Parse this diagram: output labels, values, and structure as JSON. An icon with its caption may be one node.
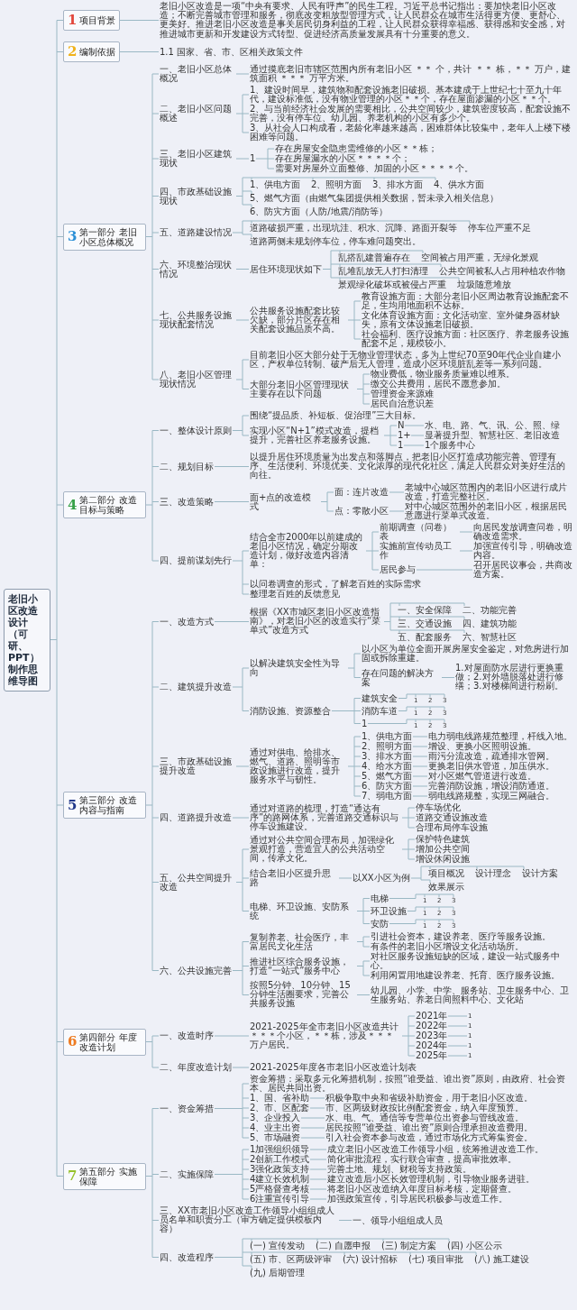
{
  "diagram": {
    "nodes": [
      {
        "text": [
          "老旧小区改造设计（可研、PPT）制作思维导图"
        ]
      },
      {
        "text": [
          "1",
          "项目背景"
        ]
      },
      {
        "text": [
          "老旧小区改造是一项“中央有要求、人民有呼声”的民生工程。习近平总书记指出：要加快老旧小区改造；不断完善城市管理和服务，彻底改变粗放型管理方式，让人民群众在城市生活得更方便、更舒心、更美好。推进老旧小区改造是事关居民切身利益的工程，让人民群众获得幸福感、获得感和安全感，对推进城市更新和开发建设方式转型、促进经济高质量发展具有十分重要的意义。"
        ]
      },
      {
        "text": [
          "2",
          "编制依据"
        ]
      },
      {
        "text": [
          "1.1 国家、省、市、区相关政策文件"
        ]
      },
      {
        "text": [
          "3",
          "第一部分 老旧小区总体概况"
        ]
      },
      {
        "text": [
          "一、老旧小区总体概况"
        ]
      },
      {
        "text": [
          "通过摸底老旧市辖区范围内所有老旧小区 ＊＊ 个，共计 ＊＊ 栋，＊＊ 万户，建筑面积 ＊＊＊ 万平方米。"
        ]
      },
      {
        "text": [
          "二、老旧小区问题概述"
        ]
      },
      {
        "text": [
          "1、建设时间早，建筑物和配套设施老旧破损。基本建成于上世纪七十至九十年代，建设标准低，没有物业管理的小区＊＊个，存在屋面渗漏的小区＊＊个。"
        ]
      },
      {
        "text": [
          "2、与当前经济社会发展的需要相比，公共空间较少，建筑密度较高，配套设施不完善，没有停车位、幼儿园、养老机构的小区有多少个。"
        ]
      },
      {
        "text": [
          "3、从社会人口构成看，老龄化率越来越高，困难群体比较集中，老年人上楼下楼困难等问题。"
        ]
      },
      {
        "text": [
          "三、老旧小区建筑现状"
        ]
      },
      {
        "text": [
          "1"
        ]
      },
      {
        "text": [
          "存在房屋安全隐患需维修的小区＊＊栋；"
        ]
      },
      {
        "text": [
          "存在房屋漏水的小区＊＊＊＊个；"
        ]
      },
      {
        "text": [
          "需要对房屋外立面整修、加固的小区＊＊＊＊个。"
        ]
      },
      {
        "text": [
          "四、市政基础设施现状"
        ]
      },
      {
        "text": [
          "1、供电方面"
        ]
      },
      {
        "text": [
          "2、照明方面"
        ]
      },
      {
        "text": [
          "3、排水方面"
        ]
      },
      {
        "text": [
          "4、供水方面"
        ]
      },
      {
        "text": [
          "5、燃气方面（由燃气集团提供相关数据，暂未录入相关信息）"
        ]
      },
      {
        "text": [
          "6、防灾方面（人防/地震/消防等）"
        ]
      },
      {
        "text": [
          "五、道路建设情况"
        ]
      },
      {
        "text": [
          "道路破损严重，出现坑洼、积水、沉降、路面开裂等"
        ]
      },
      {
        "text": [
          "停车位严重不足"
        ]
      },
      {
        "text": [
          "道路两侧未规划停车位，停车难问题突出。"
        ]
      },
      {
        "text": [
          "六、环境整治现状情况"
        ]
      },
      {
        "text": [
          "居住环境现状如下"
        ]
      },
      {
        "text": [
          "乱搭乱建普遍存在"
        ]
      },
      {
        "text": [
          "空间被占用严重，无绿化景观"
        ]
      },
      {
        "text": [
          "乱堆乱放无人打扫清理"
        ]
      },
      {
        "text": [
          "公共空间被私人占用种植农作物"
        ]
      },
      {
        "text": [
          "景观绿化破坏或被侵占严重"
        ]
      },
      {
        "text": [
          "垃圾随意堆放"
        ]
      },
      {
        "text": [
          "七、公共服务设施现状配套情况"
        ]
      },
      {
        "text": [
          "公共服务设施配套比较欠缺，部分片区存在相关配套设施品质不高。"
        ]
      },
      {
        "text": [
          "教育设施方面：大部分老旧小区周边教育设施配套不足，生均用地面积不达标。"
        ]
      },
      {
        "text": [
          "文化体育设施方面：文化活动室、室外健身器材缺失，原有文体设施老旧破损。"
        ]
      },
      {
        "text": [
          "社会福利、医疗设施方面：社区医疗、养老服务设施配套不足，规模较小。"
        ]
      },
      {
        "text": [
          "八、老旧小区管理现状情况"
        ]
      },
      {
        "text": [
          "目前老旧小区大部分处于无物业管理状态，多为上世纪70至90年代企业自建小区，产权单位转制、破产后无人管理，造成小区环境脏乱差等一系列问题。"
        ]
      },
      {
        "text": [
          "大部分老旧小区管理现状主要存在以下问题"
        ]
      },
      {
        "text": [
          "物业费低，物业服务质量难以维系。"
        ]
      },
      {
        "text": [
          "缴交公共费用，居民不愿意参加。"
        ]
      },
      {
        "text": [
          "管理资金来源难"
        ]
      },
      {
        "text": [
          "居民自治意识差"
        ]
      },
      {
        "text": [
          "4",
          "第二部分 改造目标与策略"
        ]
      },
      {
        "text": [
          "一、整体设计原则"
        ]
      },
      {
        "text": [
          "围绕“提品质、补短板、促治理”三大目标。"
        ]
      },
      {
        "text": [
          "实现小区“N+1”模式改造，提档提升，完善社区养老服务设施。"
        ]
      },
      {
        "text": [
          "N"
        ]
      },
      {
        "text": [
          "水、电、路、气、讯、公、照、绿"
        ]
      },
      {
        "text": [
          "1+"
        ]
      },
      {
        "text": [
          "显著提升型、智慧社区、老旧改造"
        ]
      },
      {
        "text": [
          "1"
        ]
      },
      {
        "text": [
          "1个服务中心"
        ]
      },
      {
        "text": [
          "二、规划目标"
        ]
      },
      {
        "text": [
          "以提升居住环境质量为出发点和落脚点，把老旧小区打造成功能完善、管理有序、生活便利、环境优美、文化浓厚的现代化社区，满足人民群众对美好生活的向往。"
        ]
      },
      {
        "text": [
          "三、改造策略"
        ]
      },
      {
        "text": [
          "面+点的改造模式"
        ]
      },
      {
        "text": [
          "面：连片改造"
        ]
      },
      {
        "text": [
          "老城中心城区范围内的老旧小区进行成片改造，打造完整社区。"
        ]
      },
      {
        "text": [
          "点：零散小区"
        ]
      },
      {
        "text": [
          "对中心城区范围外的老旧小区，根据居民意愿进行菜单式改造。"
        ]
      },
      {
        "text": [
          "四、提前谋划先行"
        ]
      },
      {
        "text": [
          "结合全市2000年以前建成的老旧小区情况，确定分期改造计划，做好改造内容清单："
        ]
      },
      {
        "text": [
          "前期调查（问卷）表"
        ]
      },
      {
        "text": [
          "向居民发放调查问卷，明确改造需求。"
        ]
      },
      {
        "text": [
          "实施前宣传动员工作"
        ]
      },
      {
        "text": [
          "加强宣传引导，明确改造内容。"
        ]
      },
      {
        "text": [
          "居民参与"
        ]
      },
      {
        "text": [
          "召开居民议事会，共商改造方案。"
        ]
      },
      {
        "text": [
          "以问卷调查的形式，了解老百姓的实际需求"
        ]
      },
      {
        "text": [
          "整理老百姓的反馈意见"
        ]
      },
      {
        "text": [
          "5",
          "第三部分 改造内容与指南"
        ]
      },
      {
        "text": [
          "一、改造方式"
        ]
      },
      {
        "text": [
          "根据《XX市城区老旧小区改造指南》，对老旧小区的改造实行“菜单式”改造方式"
        ]
      },
      {
        "text": [
          "一、安全保障"
        ]
      },
      {
        "text": [
          "二、功能完善"
        ]
      },
      {
        "text": [
          "三、交通设施"
        ]
      },
      {
        "text": [
          "四、建筑功能"
        ]
      },
      {
        "text": [
          "五、配套服务"
        ]
      },
      {
        "text": [
          "六、智慧社区"
        ]
      },
      {
        "text": [
          "二、建筑提升改造"
        ]
      },
      {
        "text": [
          "以解决建筑安全性为导向"
        ]
      },
      {
        "text": [
          "以小区为单位全面开展房屋安全鉴定，对危房进行加固或拆除重建。"
        ]
      },
      {
        "text": [
          "存在问题的解决方案"
        ]
      },
      {
        "text": [
          "1.对屋面防水层进行更换重做；2.对外墙脱落处进行修缮；3.对楼梯间进行粉刷。"
        ]
      },
      {
        "text": [
          "消防设施、资源整合"
        ]
      },
      {
        "text": [
          "建筑安全"
        ]
      },
      {
        "text": [
          "1"
        ]
      },
      {
        "text": [
          "2"
        ]
      },
      {
        "text": [
          "3"
        ]
      },
      {
        "text": [
          "消防车道"
        ]
      },
      {
        "text": [
          "1"
        ]
      },
      {
        "text": [
          "2"
        ]
      },
      {
        "text": [
          "3"
        ]
      },
      {
        "text": [
          "1"
        ]
      },
      {
        "text": [
          "1"
        ]
      },
      {
        "text": [
          "2"
        ]
      },
      {
        "text": [
          "3"
        ]
      },
      {
        "text": [
          "三、市政基础设施提升改造"
        ]
      },
      {
        "text": [
          "通过对供电、给排水、燃气、道路、照明等市政设施进行改造，提升服务水平与韧性。"
        ]
      },
      {
        "text": [
          "1、供电方面"
        ]
      },
      {
        "text": [
          "电力弱电线路规范整理，杆线入地。"
        ]
      },
      {
        "text": [
          "2、照明方面"
        ]
      },
      {
        "text": [
          "增设、更换小区照明设施。"
        ]
      },
      {
        "text": [
          "3、排水方面"
        ]
      },
      {
        "text": [
          "雨污分流改造，疏通排水管网。"
        ]
      },
      {
        "text": [
          "4、给水方面"
        ]
      },
      {
        "text": [
          "更换老旧供水管道，加压供水。"
        ]
      },
      {
        "text": [
          "5、燃气方面"
        ]
      },
      {
        "text": [
          "对小区燃气管道进行改造。"
        ]
      },
      {
        "text": [
          "6、防灾方面"
        ]
      },
      {
        "text": [
          "完善消防设施，增设消防通道。"
        ]
      },
      {
        "text": [
          "7、弱电方面"
        ]
      },
      {
        "text": [
          "弱电线路规整，实现三网融合。"
        ]
      },
      {
        "text": [
          "四、道路提升改造"
        ]
      },
      {
        "text": [
          "通过对道路的梳理，打造“通达有序”的路网体系，完善道路交通标识与停车设施建设。"
        ]
      },
      {
        "text": [
          "停车场优化"
        ]
      },
      {
        "text": [
          "道路交通设施改造"
        ]
      },
      {
        "text": [
          "合理布局停车设施"
        ]
      },
      {
        "text": [
          "五、公共空间提升改造"
        ]
      },
      {
        "text": [
          "通过对公共空间合理布局，加强绿化景观打造，营造宜人的公共活动空间，传承文化。"
        ]
      },
      {
        "text": [
          "保护特色建筑"
        ]
      },
      {
        "text": [
          "增加公共空间"
        ]
      },
      {
        "text": [
          "增设休闲设施"
        ]
      },
      {
        "text": [
          "结合老旧小区提升思路"
        ]
      },
      {
        "text": [
          "以XX小区为例"
        ]
      },
      {
        "text": [
          "项目概况"
        ]
      },
      {
        "text": [
          "设计理念"
        ]
      },
      {
        "text": [
          "设计方案"
        ]
      },
      {
        "text": [
          "效果展示"
        ]
      },
      {
        "text": [
          "电梯、环卫设施、安防系统"
        ]
      },
      {
        "text": [
          "电梯"
        ]
      },
      {
        "text": [
          "1"
        ]
      },
      {
        "text": [
          "2"
        ]
      },
      {
        "text": [
          "3"
        ]
      },
      {
        "text": [
          "环卫设施"
        ]
      },
      {
        "text": [
          "1"
        ]
      },
      {
        "text": [
          "2"
        ]
      },
      {
        "text": [
          "3"
        ]
      },
      {
        "text": [
          "安防"
        ]
      },
      {
        "text": [
          "1"
        ]
      },
      {
        "text": [
          "2"
        ]
      },
      {
        "text": [
          "3"
        ]
      },
      {
        "text": [
          "六、公共设施完善"
        ]
      },
      {
        "text": [
          "复制养老、社会医疗，丰富居民文化生活"
        ]
      },
      {
        "text": [
          "引进社会资本，建设养老、医疗等服务设施。"
        ]
      },
      {
        "text": [
          "有条件的老旧小区增设文化活动场所。"
        ]
      },
      {
        "text": [
          "推进社区综合服务设施，打造“一站式”服务中心"
        ]
      },
      {
        "text": [
          "对社区服务设施短缺的区域，建设一站式服务中心。"
        ]
      },
      {
        "text": [
          "利用闲置用地建设养老、托育、医疗服务设施。"
        ]
      },
      {
        "text": [
          "按照5分钟、10分钟、15分钟生活圈要求，完善公共服务设施"
        ]
      },
      {
        "text": [
          "幼儿园、小学、中学、服务站、卫生服务中心、卫生服务站、养老日间照料中心、文化站"
        ]
      },
      {
        "text": [
          "6",
          "第四部分 年度改造计划"
        ]
      },
      {
        "text": [
          "一、改造时序"
        ]
      },
      {
        "text": [
          "2021-2025年全市老旧小区改造共计＊＊＊个小区，＊＊栋，涉及＊＊＊万户居民。"
        ]
      },
      {
        "text": [
          "2021年"
        ]
      },
      {
        "text": [
          "1"
        ]
      },
      {
        "text": [
          "2022年"
        ]
      },
      {
        "text": [
          "1"
        ]
      },
      {
        "text": [
          "2023年"
        ]
      },
      {
        "text": [
          "1"
        ]
      },
      {
        "text": [
          "2024年"
        ]
      },
      {
        "text": [
          "1"
        ]
      },
      {
        "text": [
          "2025年"
        ]
      },
      {
        "text": [
          "1"
        ]
      },
      {
        "text": [
          "二、年度改造计划"
        ]
      },
      {
        "text": [
          "2021-2025年度各市老旧小区改造计划表"
        ]
      },
      {
        "text": [
          "7",
          "第五部分 实施保障"
        ]
      },
      {
        "text": [
          "一、资金筹措"
        ]
      },
      {
        "text": [
          "资金筹措：采取多元化筹措机制，按照“谁受益、谁出资”原则，由政府、社会资本、居民共同出资。"
        ]
      },
      {
        "text": [
          "1、国、省补助"
        ]
      },
      {
        "text": [
          "积极争取中央和省级补助资金，用于老旧小区改造。"
        ]
      },
      {
        "text": [
          "2、市、区配套"
        ]
      },
      {
        "text": [
          "市、区两级财政按比例配套资金，纳入年度预算。"
        ]
      },
      {
        "text": [
          "3、企业投入"
        ]
      },
      {
        "text": [
          "水、电、气、通信等专营单位出资参与管线改造。"
        ]
      },
      {
        "text": [
          "4、业主出资"
        ]
      },
      {
        "text": [
          "居民按照“谁受益、谁出资”原则合理承担改造费用。"
        ]
      },
      {
        "text": [
          "5、市场融资"
        ]
      },
      {
        "text": [
          "引入社会资本参与改造，通过市场化方式筹集资金。"
        ]
      },
      {
        "text": [
          "二、实施保障"
        ]
      },
      {
        "text": [
          "1加强组织领导"
        ]
      },
      {
        "text": [
          "成立老旧小区改造工作领导小组，统筹推进改造工作。"
        ]
      },
      {
        "text": [
          "2创新工作模式"
        ]
      },
      {
        "text": [
          "简化审批流程，实行联合审查，提高审批效率。"
        ]
      },
      {
        "text": [
          "3强化政策支持"
        ]
      },
      {
        "text": [
          "完善土地、规划、财税等支持政策。"
        ]
      },
      {
        "text": [
          "4建立长效机制"
        ]
      },
      {
        "text": [
          "建立改造后小区长效管理机制，引导物业服务进驻。"
        ]
      },
      {
        "text": [
          "5严格督查考核"
        ]
      },
      {
        "text": [
          "将老旧小区改造纳入年度目标考核，定期督查。"
        ]
      },
      {
        "text": [
          "6注重宣传引导"
        ]
      },
      {
        "text": [
          "加强政策宣传，引导居民积极参与改造工作。"
        ]
      },
      {
        "text": [
          "三、XX市老旧小区改造工作领导小组组成人员名单和职责分工（审方确定提供模板内容）"
        ]
      },
      {
        "text": [
          "一、领导小组组成人员"
        ]
      },
      {
        "text": [
          "四、改造程序"
        ]
      },
      {
        "text": [
          "(一) 宣传发动"
        ]
      },
      {
        "text": [
          "(二) 自愿申报"
        ]
      },
      {
        "text": [
          "(三) 制定方案"
        ]
      },
      {
        "text": [
          "(四) 小区公示"
        ]
      },
      {
        "text": [
          "(五) 市、区两级评审"
        ]
      },
      {
        "text": [
          "(六) 设计招标"
        ]
      },
      {
        "text": [
          "(七) 项目审批"
        ]
      },
      {
        "text": [
          "(八) 施工建设"
        ]
      },
      {
        "text": [
          "(九) 后期管理"
        ]
      }
    ],
    "edges": [
      {
        "from": 0,
        "to": 1,
        "arrow": "none"
      },
      {
        "from": 1,
        "to": 2,
        "arrow": "none"
      },
      {
        "from": 0,
        "to": 3,
        "arrow": "none"
      },
      {
        "from": 3,
        "to": 4,
        "arrow": "none"
      },
      {
        "from": 0,
        "to": 5,
        "arrow": "none"
      },
      {
        "from": 5,
        "to": 6,
        "arrow": "none"
      },
      {
        "from": 6,
        "to": 7,
        "arrow": "none"
      },
      {
        "from": 5,
        "to": 8,
        "arrow": "none"
      },
      {
        "from": 8,
        "to": 9,
        "arrow": "none"
      },
      {
        "from": 8,
        "to": 10,
        "arrow": "none"
      },
      {
        "from": 8,
        "to": 11,
        "arrow": "none"
      },
      {
        "from": 5,
        "to": 12,
        "arrow": "none"
      },
      {
        "from": 12,
        "to": 13,
        "arrow": "none"
      },
      {
        "from": 13,
        "to": 14,
        "arrow": "none"
      },
      {
        "from": 13,
        "to": 15,
        "arrow": "none"
      },
      {
        "from": 13,
        "to": 16,
        "arrow": "none"
      },
      {
        "from": 5,
        "to": 17,
        "arrow": "none"
      },
      {
        "from": 17,
        "to": 18,
        "arrow": "none"
      },
      {
        "from": 17,
        "to": 19,
        "arrow": "none"
      },
      {
        "from": 17,
        "to": 20,
        "arrow": "none"
      },
      {
        "from": 17,
        "to": 21,
        "arrow": "none"
      },
      {
        "from": 17,
        "to": 22,
        "arrow": "none"
      },
      {
        "from": 17,
        "to": 23,
        "arrow": "none"
      },
      {
        "from": 5,
        "to": 24,
        "arrow": "none"
      },
      {
        "from": 24,
        "to": 25,
        "arrow": "none"
      },
      {
        "from": 24,
        "to": 26,
        "arrow": "none"
      },
      {
        "from": 24,
        "to": 27,
        "arrow": "none"
      },
      {
        "from": 5,
        "to": 28,
        "arrow": "none"
      },
      {
        "from": 28,
        "to": 29,
        "arrow": "none"
      },
      {
        "from": 29,
        "to": 30,
        "arrow": "none"
      },
      {
        "from": 29,
        "to": 31,
        "arrow": "none"
      },
      {
        "from": 29,
        "to": 32,
        "arrow": "none"
      },
      {
        "from": 29,
        "to": 33,
        "arrow": "none"
      },
      {
        "from": 29,
        "to": 34,
        "arrow": "none"
      },
      {
        "from": 29,
        "to": 35,
        "arrow": "none"
      },
      {
        "from": 5,
        "to": 36,
        "arrow": "none"
      },
      {
        "from": 36,
        "to": 37,
        "arrow": "none"
      },
      {
        "from": 37,
        "to": 38,
        "arrow": "none"
      },
      {
        "from": 37,
        "to": 39,
        "arrow": "none"
      },
      {
        "from": 37,
        "to": 40,
        "arrow": "none"
      },
      {
        "from": 5,
        "to": 41,
        "arrow": "none"
      },
      {
        "from": 41,
        "to": 42,
        "arrow": "none"
      },
      {
        "from": 41,
        "to": 43,
        "arrow": "none"
      },
      {
        "from": 43,
        "to": 44,
        "arrow": "none"
      },
      {
        "from": 43,
        "to": 45,
        "arrow": "none"
      },
      {
        "from": 43,
        "to": 46,
        "arrow": "none"
      },
      {
        "from": 43,
        "to": 47,
        "arrow": "none"
      },
      {
        "from": 0,
        "to": 48,
        "arrow": "none"
      },
      {
        "from": 48,
        "to": 49,
        "arrow": "none"
      },
      {
        "from": 49,
        "to": 50,
        "arrow": "none"
      },
      {
        "from": 49,
        "to": 51,
        "arrow": "none"
      },
      {
        "from": 51,
        "to": 52,
        "arrow": "none"
      },
      {
        "from": 52,
        "to": 53,
        "arrow": "none"
      },
      {
        "from": 51,
        "to": 54,
        "arrow": "none"
      },
      {
        "from": 54,
        "to": 55,
        "arrow": "none"
      },
      {
        "from": 51,
        "to": 56,
        "arrow": "none"
      },
      {
        "from": 56,
        "to": 57,
        "arrow": "none"
      },
      {
        "from": 48,
        "to": 58,
        "arrow": "none"
      },
      {
        "from": 58,
        "to": 59,
        "arrow": "none"
      },
      {
        "from": 48,
        "to": 60,
        "arrow": "none"
      },
      {
        "from": 60,
        "to": 61,
        "arrow": "none"
      },
      {
        "from": 61,
        "to": 62,
        "arrow": "none"
      },
      {
        "from": 62,
        "to": 63,
        "arrow": "none"
      },
      {
        "from": 61,
        "to": 64,
        "arrow": "none"
      },
      {
        "from": 64,
        "to": 65,
        "arrow": "none"
      },
      {
        "from": 48,
        "to": 66,
        "arrow": "none"
      },
      {
        "from": 66,
        "to": 67,
        "arrow": "none"
      },
      {
        "from": 67,
        "to": 68,
        "arrow": "none"
      },
      {
        "from": 68,
        "to": 69,
        "arrow": "none"
      },
      {
        "from": 67,
        "to": 70,
        "arrow": "none"
      },
      {
        "from": 70,
        "to": 71,
        "arrow": "none"
      },
      {
        "from": 67,
        "to": 72,
        "arrow": "none"
      },
      {
        "from": 72,
        "to": 73,
        "arrow": "none"
      },
      {
        "from": 66,
        "to": 74,
        "arrow": "none"
      },
      {
        "from": 66,
        "to": 75,
        "arrow": "none"
      },
      {
        "from": 0,
        "to": 76,
        "arrow": "none"
      },
      {
        "from": 76,
        "to": 77,
        "arrow": "none"
      },
      {
        "from": 77,
        "to": 78,
        "arrow": "none"
      },
      {
        "from": 78,
        "to": 79,
        "arrow": "none"
      },
      {
        "from": 78,
        "to": 80,
        "arrow": "none"
      },
      {
        "from": 78,
        "to": 81,
        "arrow": "none"
      },
      {
        "from": 78,
        "to": 82,
        "arrow": "none"
      },
      {
        "from": 78,
        "to": 83,
        "arrow": "none"
      },
      {
        "from": 78,
        "to": 84,
        "arrow": "none"
      },
      {
        "from": 76,
        "to": 85,
        "arrow": "none"
      },
      {
        "from": 85,
        "to": 86,
        "arrow": "none"
      },
      {
        "from": 86,
        "to": 87,
        "arrow": "none"
      },
      {
        "from": 86,
        "to": 88,
        "arrow": "none"
      },
      {
        "from": 88,
        "to": 89,
        "arrow": "none"
      },
      {
        "from": 85,
        "to": 90,
        "arrow": "none"
      },
      {
        "from": 90,
        "to": 91,
        "arrow": "none"
      },
      {
        "from": 91,
        "to": 92,
        "arrow": "none"
      },
      {
        "from": 91,
        "to": 93,
        "arrow": "none"
      },
      {
        "from": 91,
        "to": 94,
        "arrow": "none"
      },
      {
        "from": 90,
        "to": 95,
        "arrow": "none"
      },
      {
        "from": 95,
        "to": 96,
        "arrow": "none"
      },
      {
        "from": 95,
        "to": 97,
        "arrow": "none"
      },
      {
        "from": 95,
        "to": 98,
        "arrow": "none"
      },
      {
        "from": 90,
        "to": 99,
        "arrow": "none"
      },
      {
        "from": 99,
        "to": 100,
        "arrow": "none"
      },
      {
        "from": 99,
        "to": 101,
        "arrow": "none"
      },
      {
        "from": 99,
        "to": 102,
        "arrow": "none"
      },
      {
        "from": 76,
        "to": 103,
        "arrow": "none"
      },
      {
        "from": 103,
        "to": 104,
        "arrow": "none"
      },
      {
        "from": 104,
        "to": 105,
        "arrow": "none"
      },
      {
        "from": 105,
        "to": 106,
        "arrow": "none"
      },
      {
        "from": 104,
        "to": 107,
        "arrow": "none"
      },
      {
        "from": 107,
        "to": 108,
        "arrow": "none"
      },
      {
        "from": 104,
        "to": 109,
        "arrow": "none"
      },
      {
        "from": 109,
        "to": 110,
        "arrow": "none"
      },
      {
        "from": 104,
        "to": 111,
        "arrow": "none"
      },
      {
        "from": 111,
        "to": 112,
        "arrow": "none"
      },
      {
        "from": 104,
        "to": 113,
        "arrow": "none"
      },
      {
        "from": 113,
        "to": 114,
        "arrow": "none"
      },
      {
        "from": 104,
        "to": 115,
        "arrow": "none"
      },
      {
        "from": 115,
        "to": 116,
        "arrow": "none"
      },
      {
        "from": 104,
        "to": 117,
        "arrow": "none"
      },
      {
        "from": 117,
        "to": 118,
        "arrow": "none"
      },
      {
        "from": 76,
        "to": 119,
        "arrow": "none"
      },
      {
        "from": 119,
        "to": 120,
        "arrow": "none"
      },
      {
        "from": 120,
        "to": 121,
        "arrow": "none"
      },
      {
        "from": 120,
        "to": 122,
        "arrow": "none"
      },
      {
        "from": 120,
        "to": 123,
        "arrow": "none"
      },
      {
        "from": 76,
        "to": 124,
        "arrow": "none"
      },
      {
        "from": 124,
        "to": 125,
        "arrow": "none"
      },
      {
        "from": 125,
        "to": 126,
        "arrow": "none"
      },
      {
        "from": 125,
        "to": 127,
        "arrow": "none"
      },
      {
        "from": 125,
        "to": 128,
        "arrow": "none"
      },
      {
        "from": 124,
        "to": 129,
        "arrow": "none"
      },
      {
        "from": 129,
        "to": 130,
        "arrow": "none"
      },
      {
        "from": 130,
        "to": 131,
        "arrow": "none"
      },
      {
        "from": 130,
        "to": 132,
        "arrow": "none"
      },
      {
        "from": 130,
        "to": 133,
        "arrow": "none"
      },
      {
        "from": 130,
        "to": 134,
        "arrow": "none"
      },
      {
        "from": 124,
        "to": 135,
        "arrow": "none"
      },
      {
        "from": 135,
        "to": 136,
        "arrow": "none"
      },
      {
        "from": 136,
        "to": 137,
        "arrow": "none"
      },
      {
        "from": 136,
        "to": 138,
        "arrow": "none"
      },
      {
        "from": 136,
        "to": 139,
        "arrow": "none"
      },
      {
        "from": 135,
        "to": 140,
        "arrow": "none"
      },
      {
        "from": 140,
        "to": 141,
        "arrow": "none"
      },
      {
        "from": 140,
        "to": 142,
        "arrow": "none"
      },
      {
        "from": 140,
        "to": 143,
        "arrow": "none"
      },
      {
        "from": 135,
        "to": 144,
        "arrow": "none"
      },
      {
        "from": 144,
        "to": 145,
        "arrow": "none"
      },
      {
        "from": 144,
        "to": 146,
        "arrow": "none"
      },
      {
        "from": 144,
        "to": 147,
        "arrow": "none"
      },
      {
        "from": 76,
        "to": 148,
        "arrow": "none"
      },
      {
        "from": 148,
        "to": 149,
        "arrow": "none"
      },
      {
        "from": 149,
        "to": 150,
        "arrow": "none"
      },
      {
        "from": 149,
        "to": 151,
        "arrow": "none"
      },
      {
        "from": 148,
        "to": 152,
        "arrow": "none"
      },
      {
        "from": 152,
        "to": 153,
        "arrow": "none"
      },
      {
        "from": 152,
        "to": 154,
        "arrow": "none"
      },
      {
        "from": 148,
        "to": 155,
        "arrow": "none"
      },
      {
        "from": 155,
        "to": 156,
        "arrow": "none"
      },
      {
        "from": 0,
        "to": 157,
        "arrow": "none"
      },
      {
        "from": 157,
        "to": 158,
        "arrow": "none"
      },
      {
        "from": 158,
        "to": 159,
        "arrow": "none"
      },
      {
        "from": 159,
        "to": 160,
        "arrow": "none"
      },
      {
        "from": 160,
        "to": 161,
        "arrow": "none"
      },
      {
        "from": 159,
        "to": 162,
        "arrow": "none"
      },
      {
        "from": 162,
        "to": 163,
        "arrow": "none"
      },
      {
        "from": 159,
        "to": 164,
        "arrow": "none"
      },
      {
        "from": 164,
        "to": 165,
        "arrow": "none"
      },
      {
        "from": 159,
        "to": 166,
        "arrow": "none"
      },
      {
        "from": 166,
        "to": 167,
        "arrow": "none"
      },
      {
        "from": 159,
        "to": 168,
        "arrow": "none"
      },
      {
        "from": 168,
        "to": 169,
        "arrow": "none"
      },
      {
        "from": 157,
        "to": 170,
        "arrow": "none"
      },
      {
        "from": 170,
        "to": 171,
        "arrow": "none"
      },
      {
        "from": 0,
        "to": 172,
        "arrow": "none"
      },
      {
        "from": 172,
        "to": 173,
        "arrow": "none"
      },
      {
        "from": 173,
        "to": 174,
        "arrow": "none"
      },
      {
        "from": 173,
        "to": 175,
        "arrow": "none"
      },
      {
        "from": 175,
        "to": 176,
        "arrow": "none"
      },
      {
        "from": 173,
        "to": 177,
        "arrow": "none"
      },
      {
        "from": 177,
        "to": 178,
        "arrow": "none"
      },
      {
        "from": 173,
        "to": 179,
        "arrow": "none"
      },
      {
        "from": 179,
        "to": 180,
        "arrow": "none"
      },
      {
        "from": 173,
        "to": 181,
        "arrow": "none"
      },
      {
        "from": 181,
        "to": 182,
        "arrow": "none"
      },
      {
        "from": 173,
        "to": 183,
        "arrow": "none"
      },
      {
        "from": 183,
        "to": 184,
        "arrow": "none"
      },
      {
        "from": 172,
        "to": 185,
        "arrow": "none"
      },
      {
        "from": 185,
        "to": 186,
        "arrow": "none"
      },
      {
        "from": 186,
        "to": 187,
        "arrow": "none"
      },
      {
        "from": 185,
        "to": 188,
        "arrow": "none"
      },
      {
        "from": 188,
        "to": 189,
        "arrow": "none"
      },
      {
        "from": 185,
        "to": 190,
        "arrow": "none"
      },
      {
        "from": 190,
        "to": 191,
        "arrow": "none"
      },
      {
        "from": 185,
        "to": 192,
        "arrow": "none"
      },
      {
        "from": 192,
        "to": 193,
        "arrow": "none"
      },
      {
        "from": 185,
        "to": 194,
        "arrow": "none"
      },
      {
        "from": 194,
        "to": 195,
        "arrow": "none"
      },
      {
        "from": 185,
        "to": 196,
        "arrow": "none"
      },
      {
        "from": 196,
        "to": 197,
        "arrow": "none"
      },
      {
        "from": 172,
        "to": 198,
        "arrow": "none"
      },
      {
        "from": 198,
        "to": 199,
        "arrow": "none"
      },
      {
        "from": 172,
        "to": 200,
        "arrow": "none"
      },
      {
        "from": 200,
        "to": 201,
        "arrow": "none"
      },
      {
        "from": 200,
        "to": 202,
        "arrow": "none"
      },
      {
        "from": 200,
        "to": 203,
        "arrow": "none"
      },
      {
        "from": 200,
        "to": 204,
        "arrow": "none"
      },
      {
        "from": 200,
        "to": 205,
        "arrow": "none"
      },
      {
        "from": 200,
        "to": 206,
        "arrow": "none"
      },
      {
        "from": 200,
        "to": 207,
        "arrow": "none"
      },
      {
        "from": 200,
        "to": 208,
        "arrow": "none"
      },
      {
        "from": 200,
        "to": 209,
        "arrow": "none"
      }
    ]
  }
}
